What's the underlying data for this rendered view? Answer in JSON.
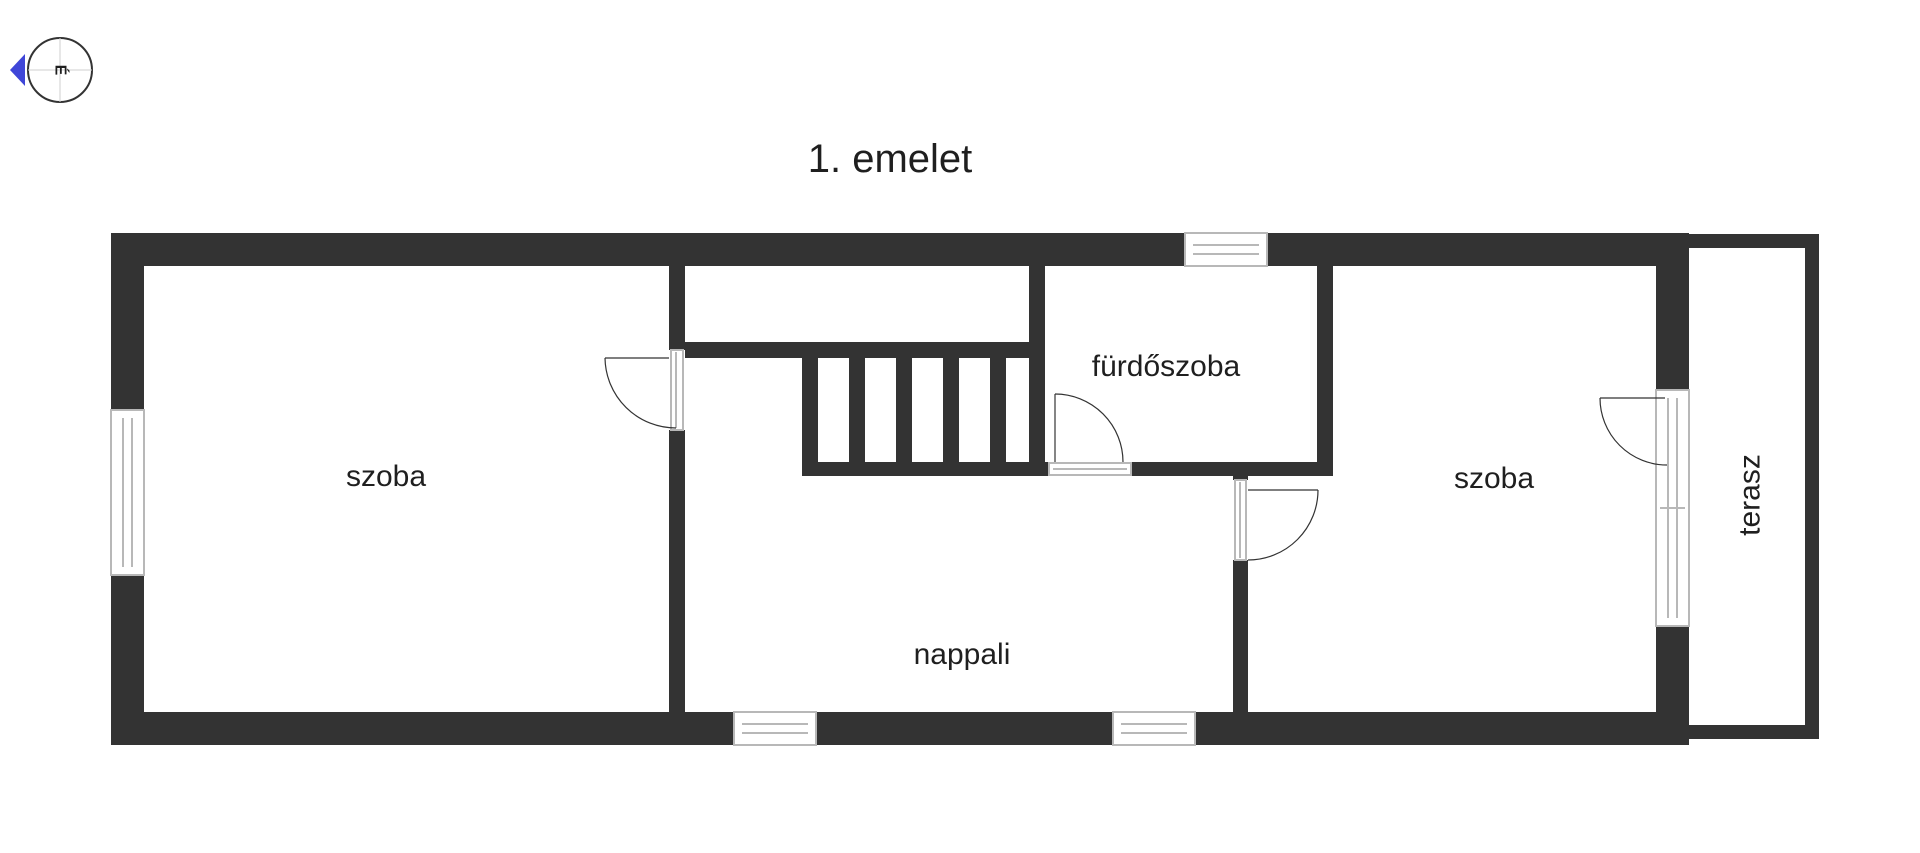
{
  "compass": {
    "direction_label": "É"
  },
  "floor_title": "1. emelet",
  "rooms": {
    "left_room": "szoba",
    "bathroom": "fürdőszoba",
    "living_room": "nappali",
    "right_room": "szoba",
    "terrace": "terasz"
  },
  "colors": {
    "wall": "#333333",
    "window_frame": "#b8b8b8",
    "compass_arrow": "#3f46d8",
    "text": "#1f1f1f"
  }
}
